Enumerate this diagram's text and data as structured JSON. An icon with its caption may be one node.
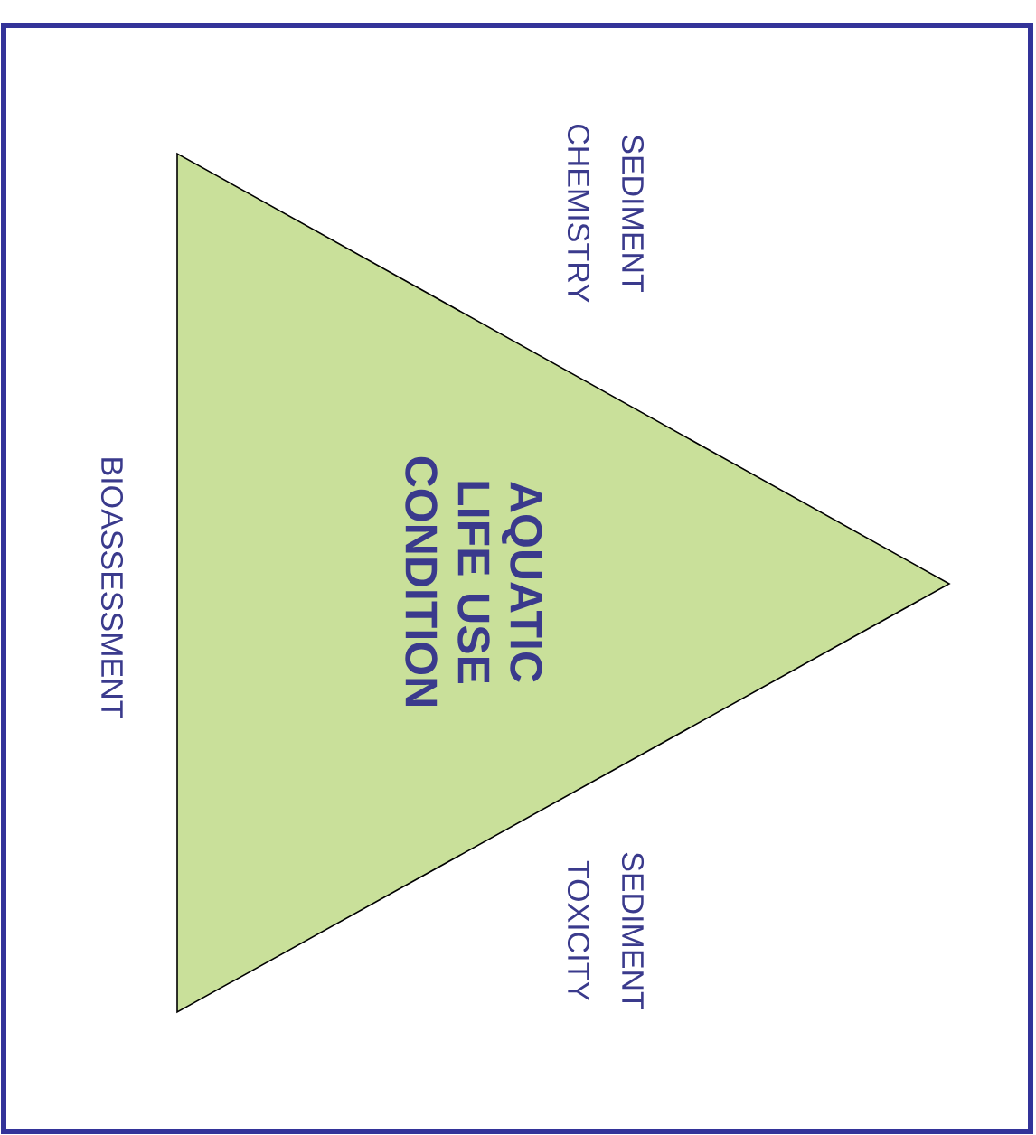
{
  "diagram": {
    "nodes": [
      {
        "text": [
          "AQUATIC LIFE USE CONDITION"
        ]
      }
    ],
    "labels": [
      "SEDIMENT CHEMISTRY",
      "BIOASSESSMENT",
      "SEDIMENT TOXICITY"
    ]
  }
}
